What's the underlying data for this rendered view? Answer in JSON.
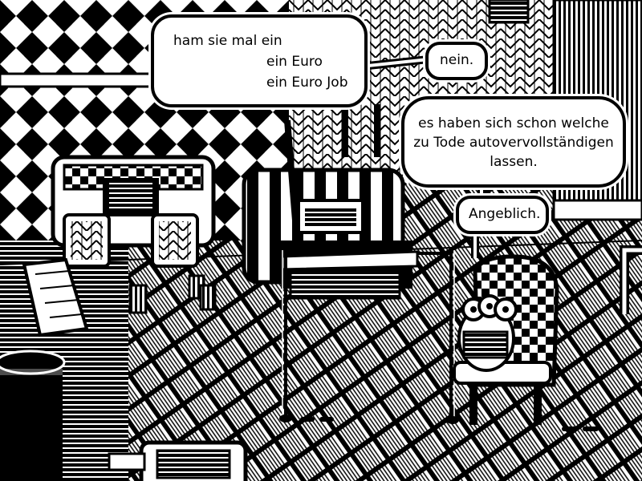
{
  "comic": {
    "bubbles": [
      {
        "lines": [
          "ham sie mal ein",
          "ein Euro",
          "ein Euro Job"
        ]
      },
      {
        "lines": [
          "nein."
        ]
      },
      {
        "lines": [
          "es haben sich schon welche",
          "zu Tode autovervollständigen",
          "lassen."
        ]
      },
      {
        "lines": [
          "Angeblich."
        ]
      }
    ]
  },
  "colors": {
    "ink": "#000000",
    "paper": "#ffffff"
  }
}
